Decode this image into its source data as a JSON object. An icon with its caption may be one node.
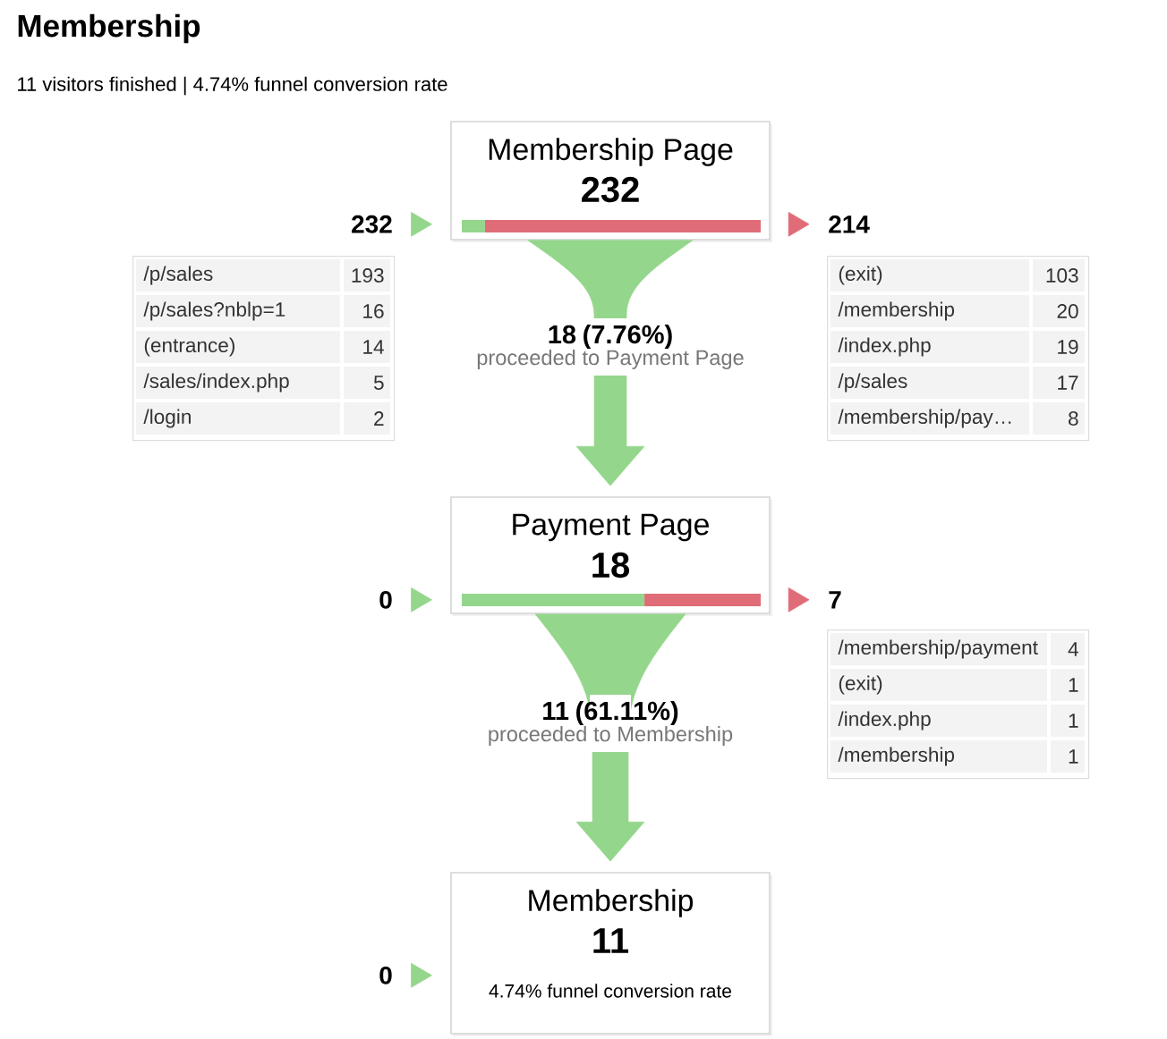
{
  "diagram": {
    "title": "Membership",
    "nodes": [
      {
        "text": [
          "Membership Page",
          "232"
        ]
      },
      {
        "text": [
          "/p/sales",
          "193",
          "/p/sales?nblp=1",
          "16",
          "(entrance)",
          "14",
          "/sales/index.php",
          "5",
          "/login",
          "2"
        ]
      },
      {
        "text": [
          "(exit)",
          "103",
          "/membership",
          "20",
          "/index.php",
          "19",
          "/p/sales",
          "17",
          "/membership/pay…",
          "8"
        ]
      },
      {
        "text": [
          "Payment Page",
          "18"
        ]
      },
      {
        "text": [
          "/membership/payment",
          "4",
          "(exit)",
          "1",
          "/index.php",
          "1",
          "/membership",
          "1"
        ]
      },
      {
        "text": [
          "Membership",
          "11",
          "4.74% funnel conversion rate"
        ]
      }
    ],
    "edges": [
      {
        "from": null,
        "to": 0,
        "arrow": "to",
        "label": "232"
      },
      {
        "from": 0,
        "to": null,
        "arrow": "to",
        "label": "214",
        "color": "#e06c78"
      },
      {
        "from": 0,
        "to": 3,
        "arrow": "to",
        "label": "**18 (7.76%)** proceeded to Payment Page",
        "style": "thick"
      },
      {
        "from": null,
        "to": 3,
        "arrow": "to",
        "label": "0"
      },
      {
        "from": 3,
        "to": null,
        "arrow": "to",
        "label": "7",
        "color": "#e06c78"
      },
      {
        "from": 3,
        "to": 5,
        "arrow": "to",
        "label": "**11 (61.11%)** proceeded to Membership",
        "style": "thick"
      },
      {
        "from": null,
        "to": 5,
        "arrow": "to",
        "label": "0"
      }
    ],
    "labels": [
      "11 visitors finished | 4.74% funnel conversion rate"
    ]
  }
}
